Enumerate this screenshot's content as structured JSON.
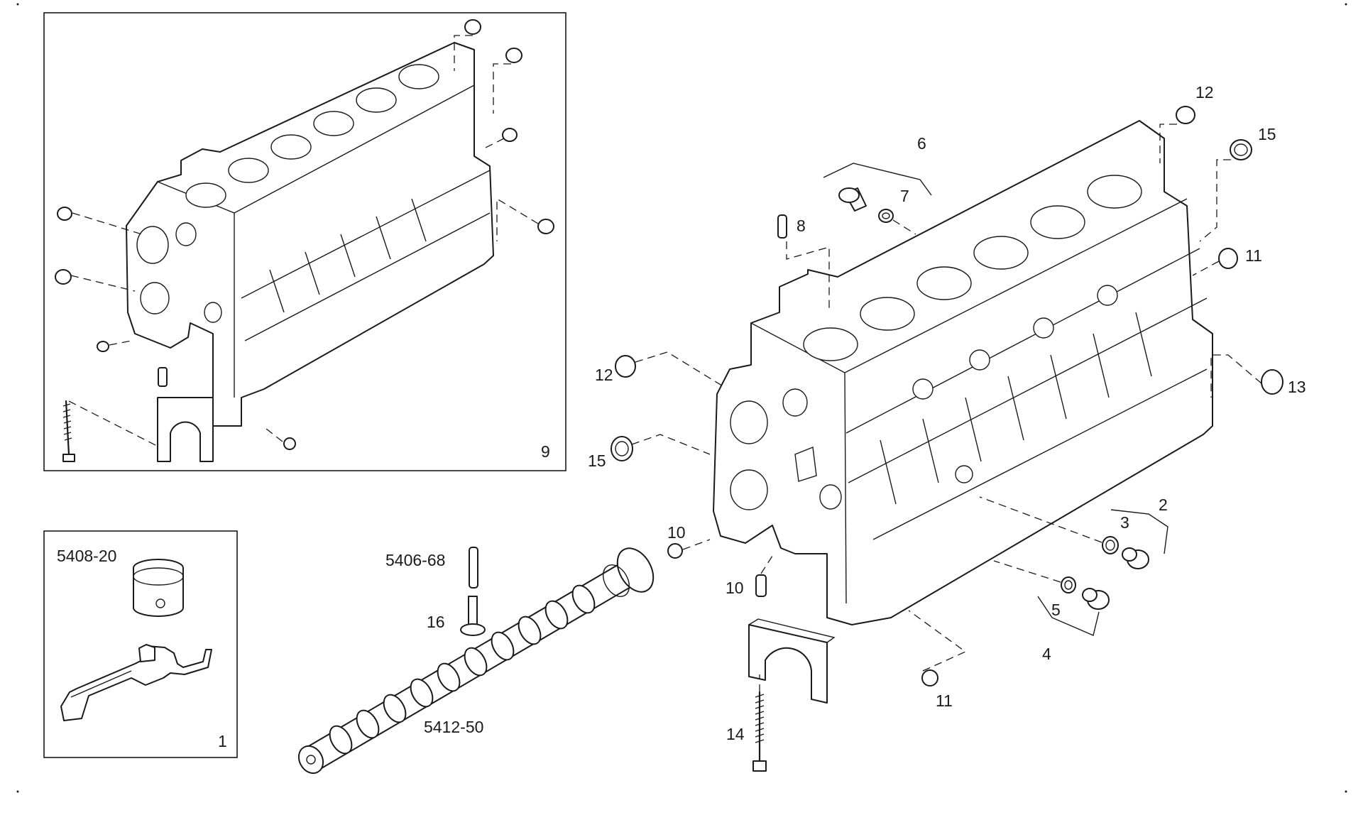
{
  "callouts": {
    "inset_assembly_9": "9",
    "inset_tool_1": "1",
    "tool_5408_20": "5408-20",
    "pin_5406_68": "5406-68",
    "camshaft_5412_50": "5412-50",
    "bolt_16": "16",
    "plug_12_top": "12",
    "plug_15_top": "15",
    "cup_6": "6",
    "ring_7": "7",
    "dowel_8": "8",
    "plug_11_right": "11",
    "plug_12_left": "12",
    "plug_13": "13",
    "plug_15_left": "15",
    "plug_10_side": "10",
    "dowel_10": "10",
    "plug_assembly_2": "2",
    "seal_3": "3",
    "plug_assembly_4": "4",
    "seal_5": "5",
    "plug_11_bottom": "11",
    "bolt_14": "14"
  }
}
